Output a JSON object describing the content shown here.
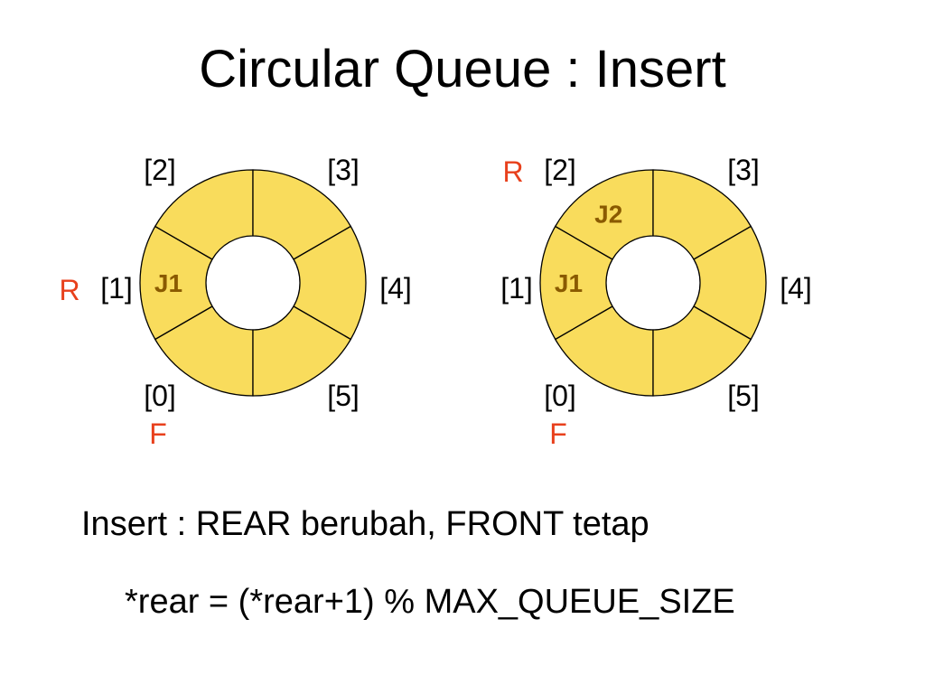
{
  "slide": {
    "title": "Circular Queue : Insert",
    "caption": "Insert : REAR berubah, FRONT tetap",
    "formula": "*rear = (*rear+1) % MAX_QUEUE_SIZE"
  },
  "colors": {
    "slot_fill": "#f9dc5c",
    "slot_stroke": "#000000",
    "pointer_label": "#e8401c",
    "item_label": "#8a5a00",
    "text": "#000000"
  },
  "queues": [
    {
      "slots": [
        {
          "index_label": "[0]",
          "item": ""
        },
        {
          "index_label": "[1]",
          "item": "J1"
        },
        {
          "index_label": "[2]",
          "item": ""
        },
        {
          "index_label": "[3]",
          "item": ""
        },
        {
          "index_label": "[4]",
          "item": ""
        },
        {
          "index_label": "[5]",
          "item": ""
        }
      ],
      "rear_label": "R",
      "rear_slot": 1,
      "front_label": "F",
      "front_slot": 0
    },
    {
      "slots": [
        {
          "index_label": "[0]",
          "item": ""
        },
        {
          "index_label": "[1]",
          "item": "J1"
        },
        {
          "index_label": "[2]",
          "item": "J2"
        },
        {
          "index_label": "[3]",
          "item": ""
        },
        {
          "index_label": "[4]",
          "item": ""
        },
        {
          "index_label": "[5]",
          "item": ""
        }
      ],
      "rear_label": "R",
      "rear_slot": 2,
      "front_label": "F",
      "front_slot": 0
    }
  ]
}
